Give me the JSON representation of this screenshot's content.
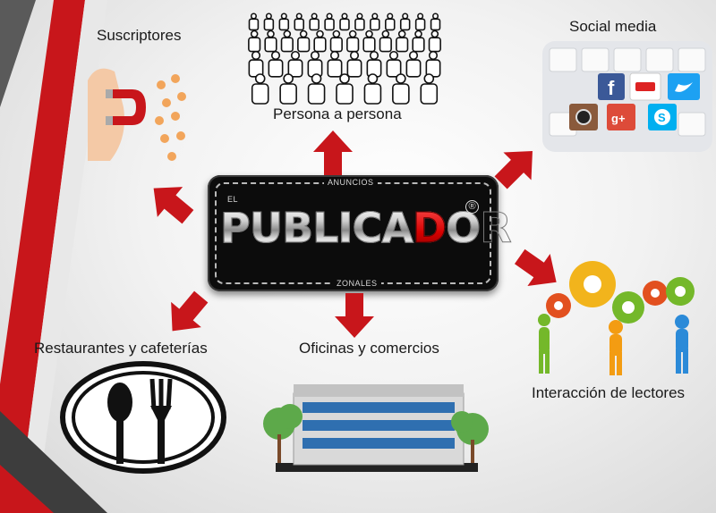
{
  "center": {
    "el": "EL",
    "top_caption": "ANUNCIOS",
    "brand_part1": "PUBLICA",
    "brand_part2": "D",
    "brand_part3": "OR",
    "registered": "®",
    "bottom_caption": "ZONALES"
  },
  "nodes": {
    "suscriptores": "Suscriptores",
    "persona": "Persona a persona",
    "social": "Social media",
    "restaurantes": "Restaurantes y cafeterías",
    "oficinas": "Oficinas y comercios",
    "interaccion": "Interacción de lectores"
  },
  "colors": {
    "arrow": "#c8161b",
    "stripe_red": "#c8161b",
    "stripe_dark": "#4a4a4a"
  }
}
